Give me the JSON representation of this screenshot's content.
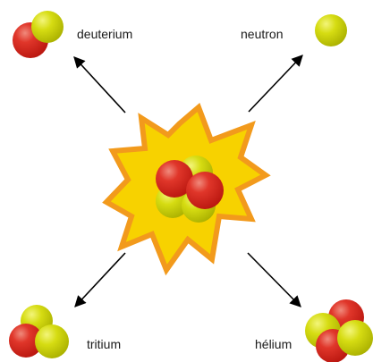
{
  "labels": {
    "deuterium": "deuterium",
    "neutron": "neutron",
    "tritium": "tritium",
    "helium": "hélium"
  },
  "colors": {
    "proton": "#d4261c",
    "neutron_particle": "#cfd60c",
    "burst_fill": "#f7d200",
    "burst_outline": "#f29a1c",
    "arrow": "#000000"
  }
}
